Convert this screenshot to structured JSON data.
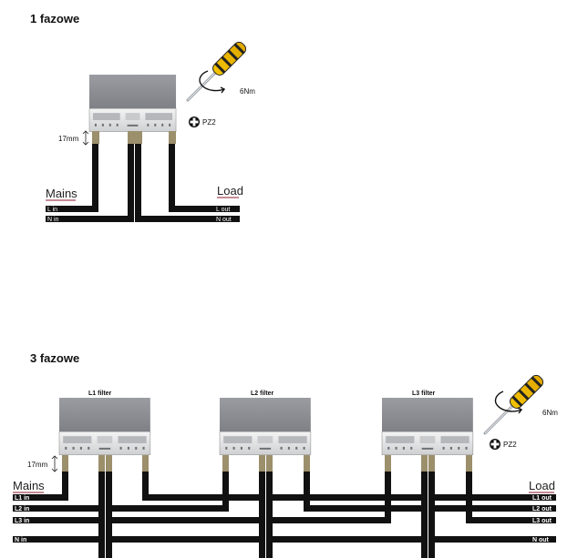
{
  "single": {
    "title": "1 fazowe",
    "mains": "Mains",
    "load": "Load",
    "l_in": "L  in",
    "n_in": "N  in",
    "l_out": "L    out",
    "n_out": "N    out",
    "dim": "17mm",
    "torque": "6Nm",
    "bit": "PZ2"
  },
  "three": {
    "title": "3 fazowe",
    "mains": "Mains",
    "load": "Load",
    "filters": [
      "L1 filter",
      "L2 filter",
      "L3 filter"
    ],
    "inputs": [
      "L1 in",
      "L2 in",
      "L3 in",
      "N in"
    ],
    "outputs": [
      "L1 out",
      "L2 out",
      "L3 out",
      "N out"
    ],
    "dim": "17mm",
    "torque": "6Nm",
    "bit": "PZ2"
  }
}
